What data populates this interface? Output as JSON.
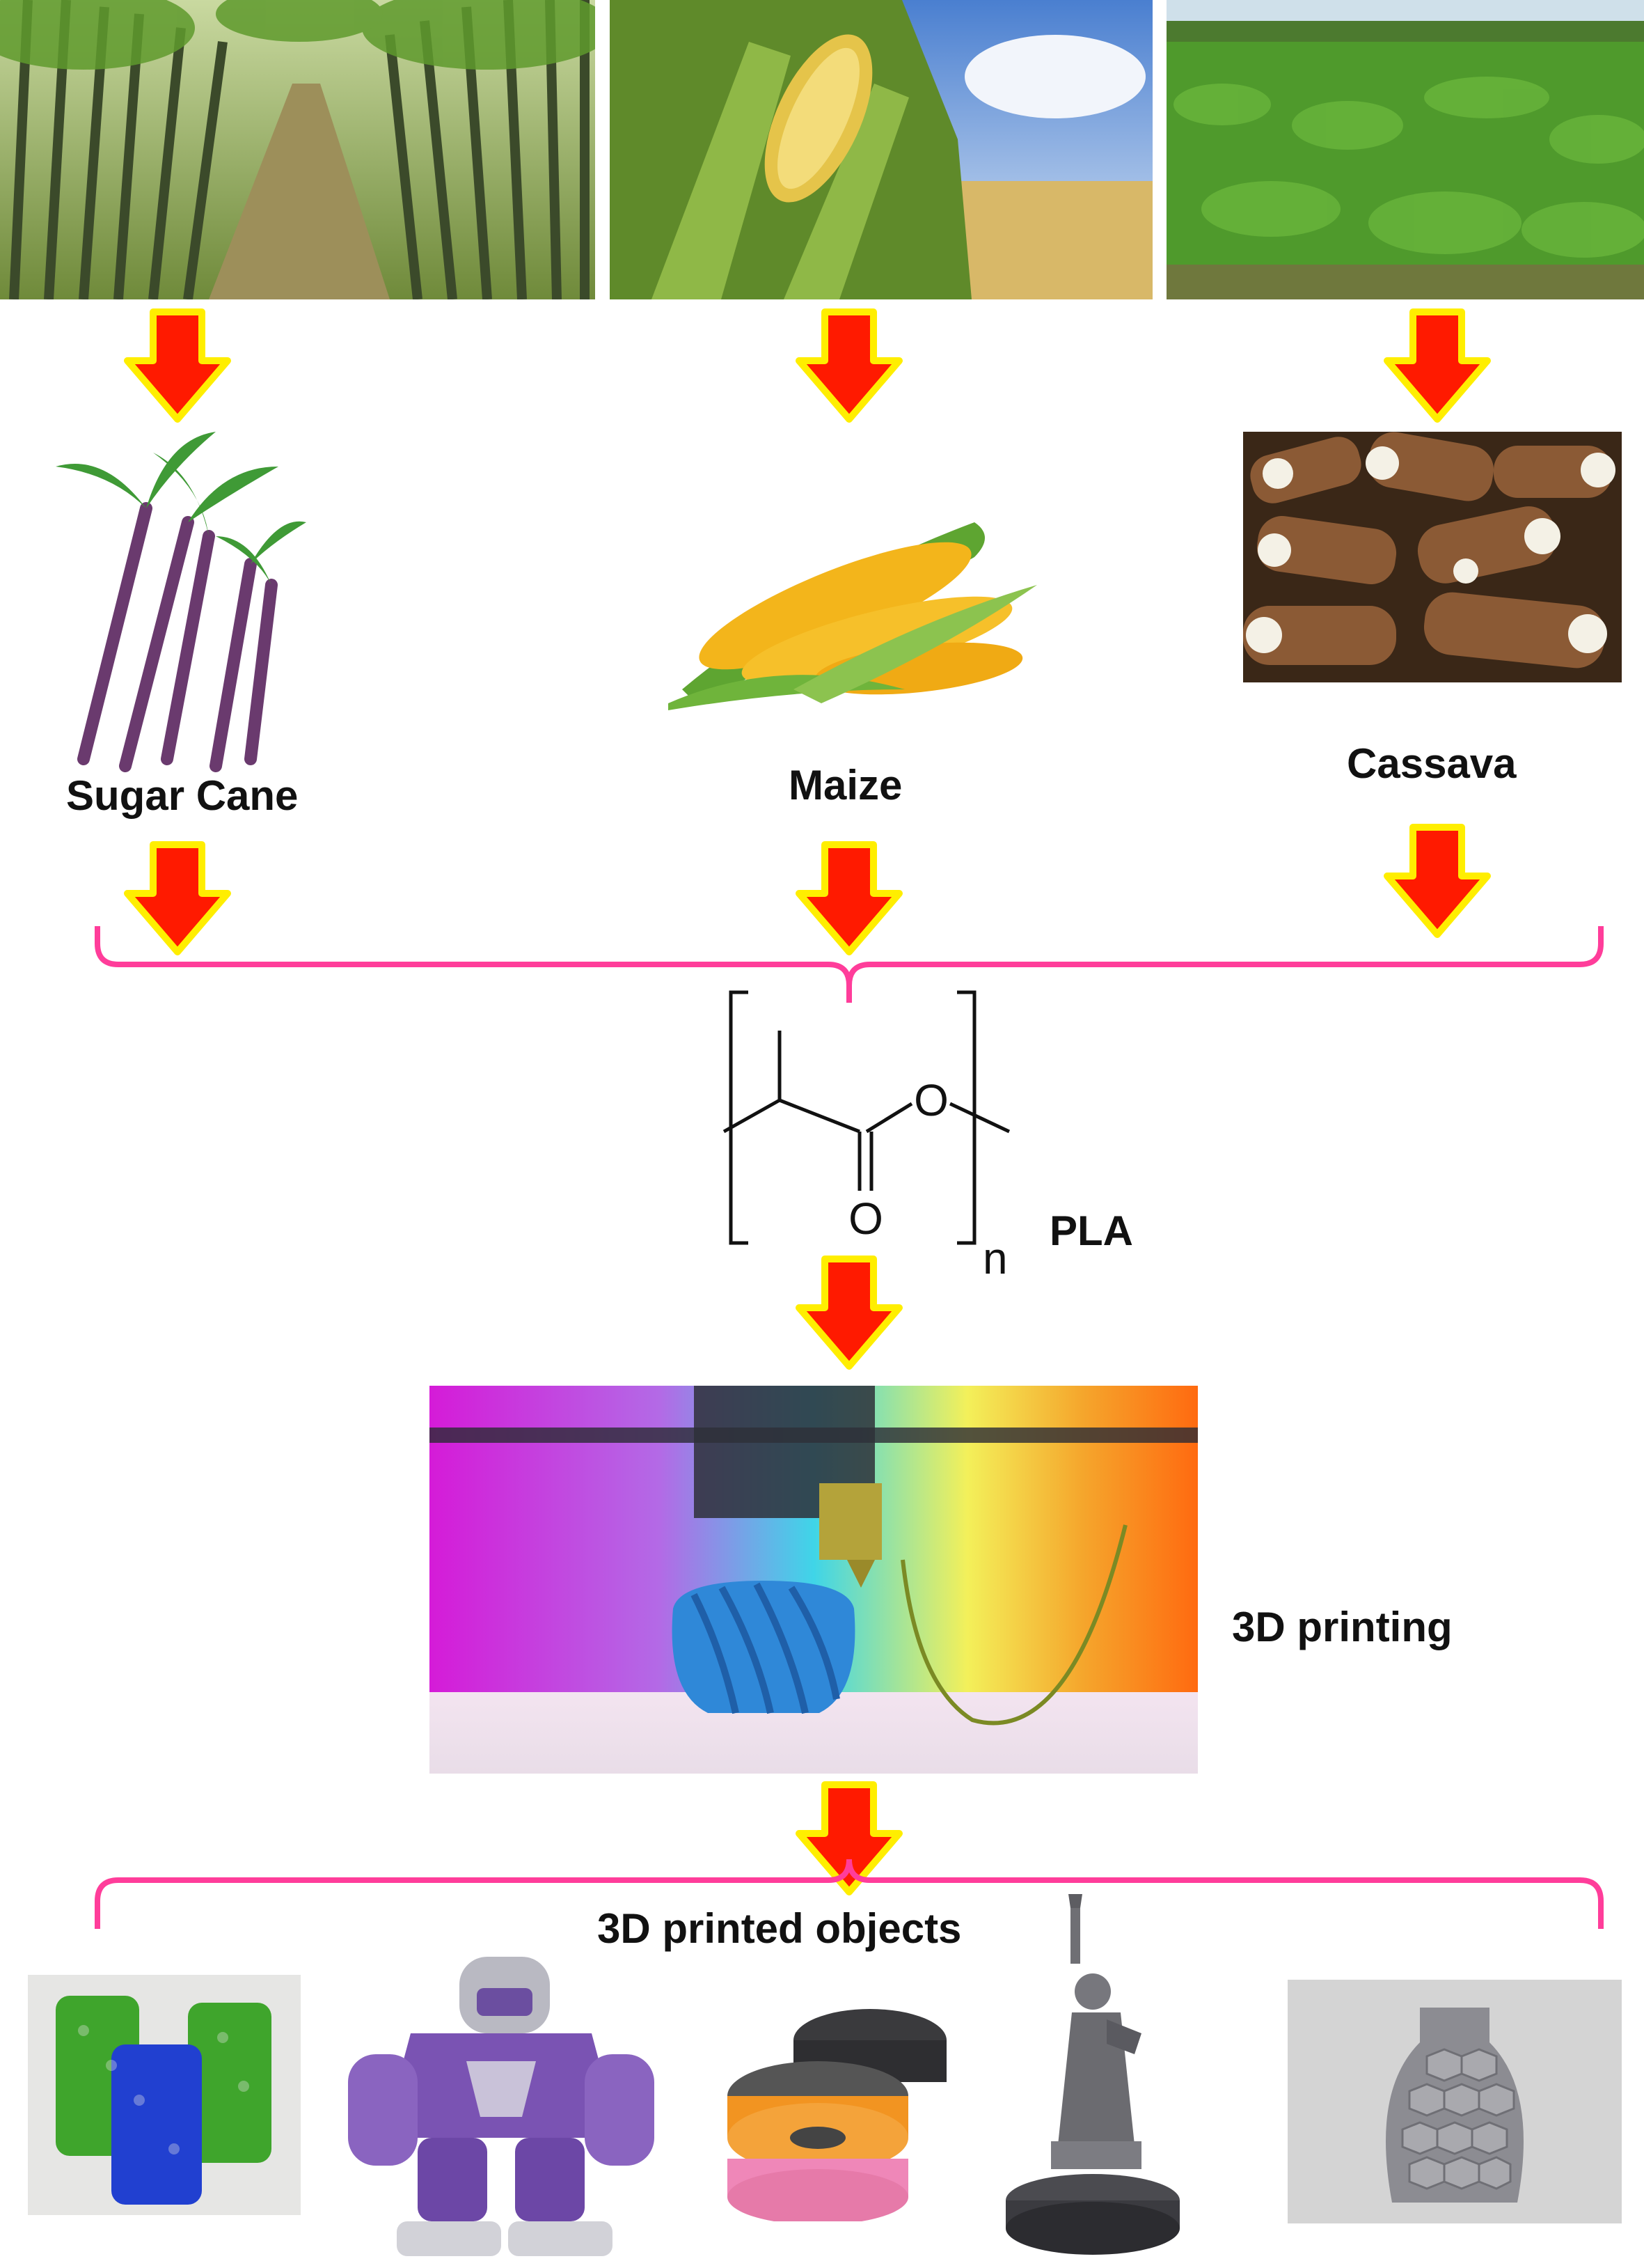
{
  "labels": {
    "sugar_cane": "Sugar Cane",
    "maize": "Maize",
    "cassava": "Cassava",
    "pla": "PLA",
    "printing": "3D printing",
    "printed_objects": "3D printed objects"
  },
  "structure": {
    "oxygen_ring": "O",
    "oxygen_carbonyl": "O",
    "repeat_subscript": "n"
  },
  "colors": {
    "arrow_fill": "#ff1a00",
    "arrow_outline": "#ffee00",
    "bracket": "#ff3d9a"
  }
}
